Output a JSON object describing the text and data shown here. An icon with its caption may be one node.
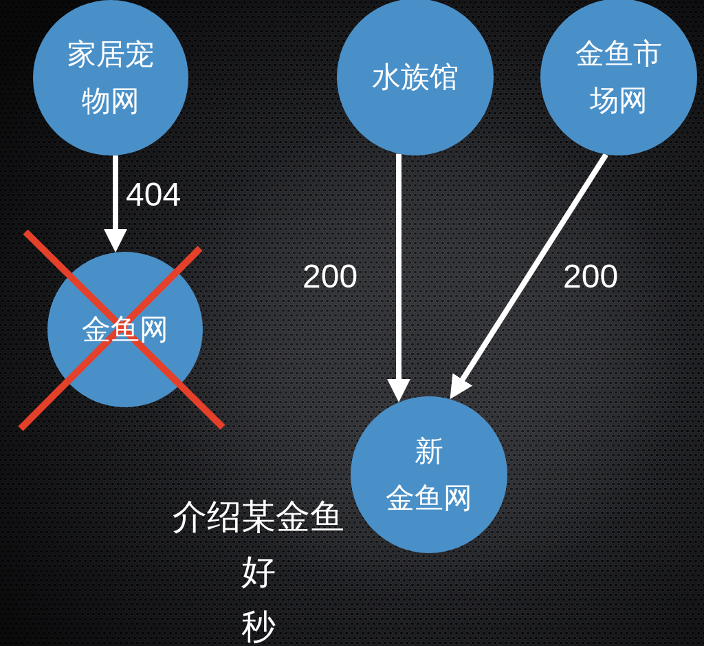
{
  "diagram": {
    "nodes": [
      {
        "text": [
          "家居宠物网"
        ]
      },
      {
        "text": [
          "水族馆"
        ]
      },
      {
        "text": [
          "金鱼市场网"
        ]
      },
      {
        "text": [
          "金鱼网"
        ]
      },
      {
        "text": [
          "新金鱼网"
        ]
      }
    ],
    "edges": [
      {
        "from": 0,
        "to": 3,
        "arrow": "to",
        "label": "404"
      },
      {
        "from": 1,
        "to": 4,
        "arrow": "to",
        "label": "200"
      },
      {
        "from": 2,
        "to": 4,
        "arrow": "to",
        "label": "200"
      }
    ],
    "labels": [
      "介绍某金鱼好秒"
    ]
  }
}
